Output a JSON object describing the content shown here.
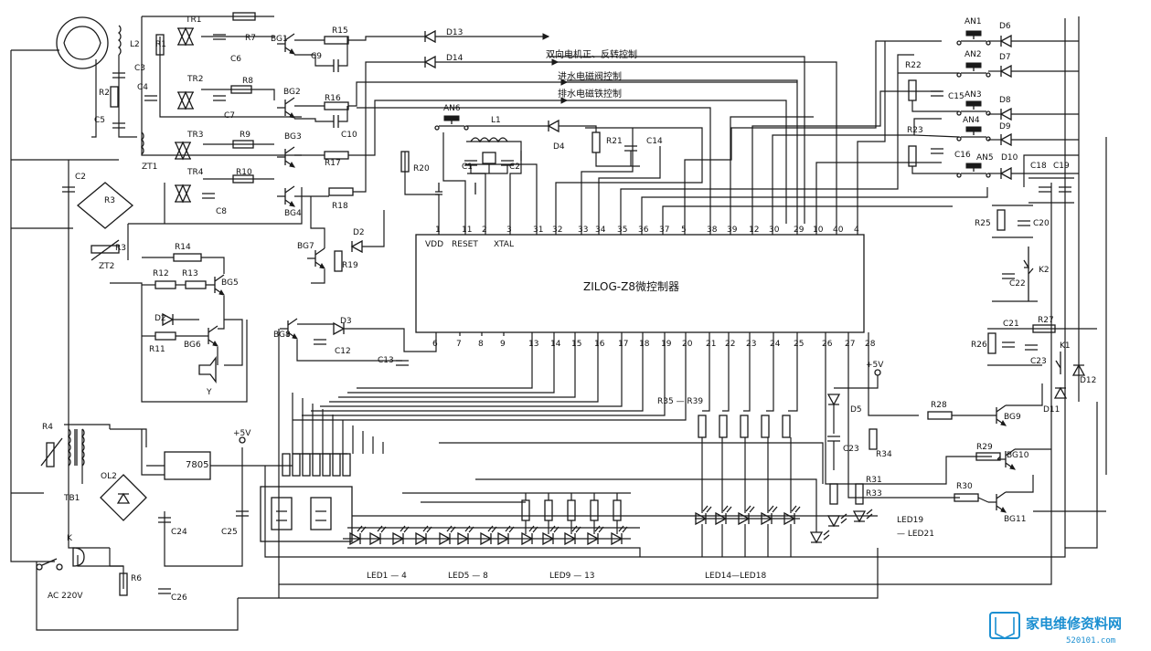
{
  "mcu": {
    "title": "ZILOG-Z8微控制器",
    "pin_labels": {
      "vdd": "VDD",
      "reset": "RESET",
      "xtal": "XTAL"
    },
    "top_pins": [
      "1",
      "11",
      "2",
      "3",
      "31",
      "32",
      "33",
      "34",
      "35",
      "36",
      "37",
      "5",
      "38",
      "39",
      "12",
      "30",
      "29",
      "10",
      "40",
      "4"
    ],
    "bottom_pins": [
      "6",
      "7",
      "8",
      "9",
      "13",
      "14",
      "15",
      "16",
      "17",
      "18",
      "19",
      "20",
      "21",
      "22",
      "23",
      "24",
      "25",
      "26",
      "27",
      "28"
    ]
  },
  "control_labels": {
    "motor": "双向电机正、反转控制",
    "inlet": "进水电磁阀控制",
    "drain": "排水电磁铁控制"
  },
  "components": {
    "tr1": "TR1",
    "tr2": "TR2",
    "tr3": "TR3",
    "tr4": "TR4",
    "l2": "L2",
    "c3": "C3",
    "r1": "R1",
    "r2": "R2",
    "c4": "C4",
    "c5": "C5",
    "zt1": "ZT1",
    "zt2": "ZT2",
    "c2": "C2",
    "r3a": "R3",
    "r3b": "R3",
    "r7": "R7",
    "c6": "C6",
    "r8": "R8",
    "c7": "C7",
    "r9": "R9",
    "r10": "R10",
    "c8": "C8",
    "bg1": "BG1",
    "bg2": "BG2",
    "bg3": "BG3",
    "bg4": "BG4",
    "bg5": "BG5",
    "bg6": "BG6",
    "bg7": "BG7",
    "bg8": "BG8",
    "bg9": "BG9",
    "bg10": "BG10",
    "bg11": "BG11",
    "r15": "R15",
    "r16": "R16",
    "r17": "R17",
    "r18": "R18",
    "r19": "R19",
    "c9": "C9",
    "c10": "C10",
    "d13": "D13",
    "d14": "D14",
    "d2a": "D2",
    "d2b": "D2",
    "d3": "D3",
    "c12": "C12",
    "c13": "C13",
    "r14": "R14",
    "r12": "R12",
    "r13": "R13",
    "r11": "R11",
    "y": "Y",
    "an6": "AN6",
    "l1": "L1",
    "c1": "C1",
    "c2x": "C2",
    "d4": "D4",
    "r20": "R20",
    "r21": "R21",
    "c14": "C14",
    "an1": "AN1",
    "an2": "AN2",
    "an3": "AN3",
    "an4": "AN4",
    "an5": "AN5",
    "d6": "D6",
    "d7": "D7",
    "d8": "D8",
    "d9": "D9",
    "d10": "D10",
    "r22": "R22",
    "c15": "C15",
    "r23": "R23",
    "c16": "C16",
    "c18": "C18",
    "c19": "C19",
    "r25": "R25",
    "c20": "C20",
    "k2": "K2",
    "c22": "C22",
    "c21": "C21",
    "r27": "R27",
    "r26": "R26",
    "c23a": "C23",
    "k1": "K1",
    "d12": "D12",
    "d11": "D11",
    "d5": "D5",
    "c23b": "C23",
    "r34": "R34",
    "r31": "R31",
    "r33": "R33",
    "r28": "R28",
    "r29": "R29",
    "r30": "R30",
    "r4": "R4",
    "tb1": "TB1",
    "ol2": "OL2",
    "k": "K",
    "ac": "AC 220V",
    "c24": "C24",
    "c25": "C25",
    "c26": "C26",
    "r6": "R6",
    "reg": "7805",
    "v5a": "+5V",
    "v5b": "+5V",
    "r35": "R35 — R39",
    "led1": "LED1 — 4",
    "led5": "LED5 — 8",
    "led9": "LED9 — 13",
    "led14": "LED14—LED18",
    "led19": "LED19",
    "led21": "— LED21"
  },
  "watermark": {
    "name": "家电维修资料网",
    "url": "520101.com"
  },
  "colors": {
    "ink": "#1a1a1a",
    "watermark": "#1b8fd1"
  }
}
